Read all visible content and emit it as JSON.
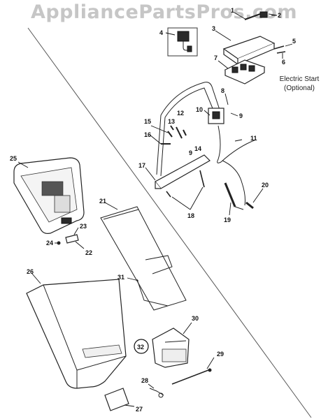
{
  "watermark": "AppliancePartsPros.com",
  "electric_start_note": {
    "line1": "Electric Start",
    "line2": "(Optional)"
  },
  "part_numbers": {
    "p1": "1",
    "p2": "2",
    "p3": "3",
    "p4": "4",
    "p5": "5",
    "p6": "6",
    "p7": "7",
    "p8": "8",
    "p9a": "9",
    "p9b": "9",
    "p10": "10",
    "p11": "11",
    "p12": "12",
    "p13": "13",
    "p14": "14",
    "p15": "15",
    "p16": "16",
    "p17": "17",
    "p18": "18",
    "p19": "19",
    "p20": "20",
    "p21": "21",
    "p22": "22",
    "p23": "23",
    "p24": "24",
    "p25": "25",
    "p26": "26",
    "p27": "27",
    "p28": "28",
    "p29": "29",
    "p30": "30",
    "p31": "31",
    "p32": "32"
  }
}
